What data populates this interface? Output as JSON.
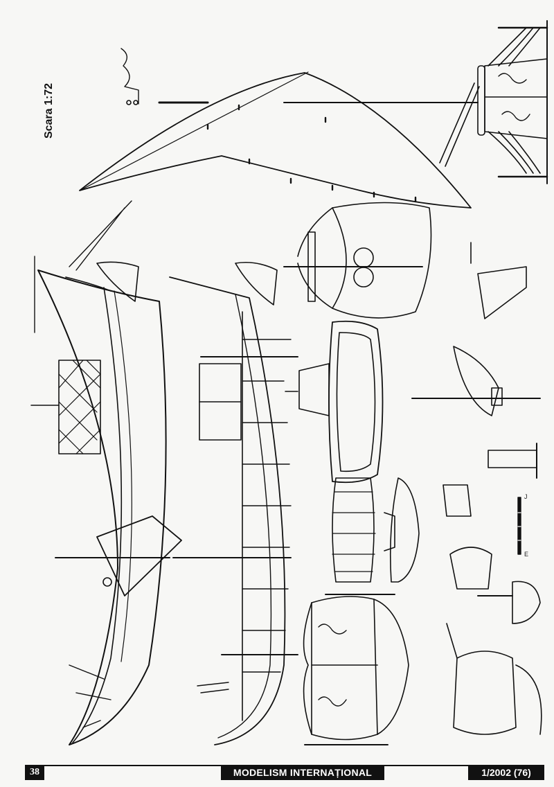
{
  "page": {
    "scale_label": "Scara 1:72",
    "scale_bar": {
      "top_mark": "J",
      "bottom_mark": "E"
    },
    "footer": {
      "page_number": "38",
      "magazine_title": "MODELISM INTERNAȚIONAL",
      "issue": "1/2002 (76)"
    },
    "colors": {
      "ink": "#111111",
      "paper": "#f7f7f5"
    }
  },
  "drawings": [
    {
      "name": "hull-side-view",
      "description": "Galley hull side profile with oar, lateen mast and hatched grating"
    },
    {
      "name": "hull-framing-view",
      "description": "Hull framing / deck plan with cross beams"
    },
    {
      "name": "lateen-sail",
      "description": "Lateen sail with yard and mast"
    },
    {
      "name": "stern-view",
      "description": "Stern view with decorated transom and rudder"
    },
    {
      "name": "stern-castle-top-view",
      "description": "Stern castle top view with carved ornament"
    },
    {
      "name": "boat-top-view",
      "description": "Ship's boat top view"
    },
    {
      "name": "boat-side-view",
      "description": "Ship's boat side view"
    },
    {
      "name": "grating-panel",
      "description": "Deck grating panel"
    },
    {
      "name": "bow-view",
      "description": "Bow view with decorated figure panel"
    },
    {
      "name": "detail-parts",
      "description": "Small detail parts: rudder fittings, lantern, bollards, gun, scale bar"
    }
  ]
}
